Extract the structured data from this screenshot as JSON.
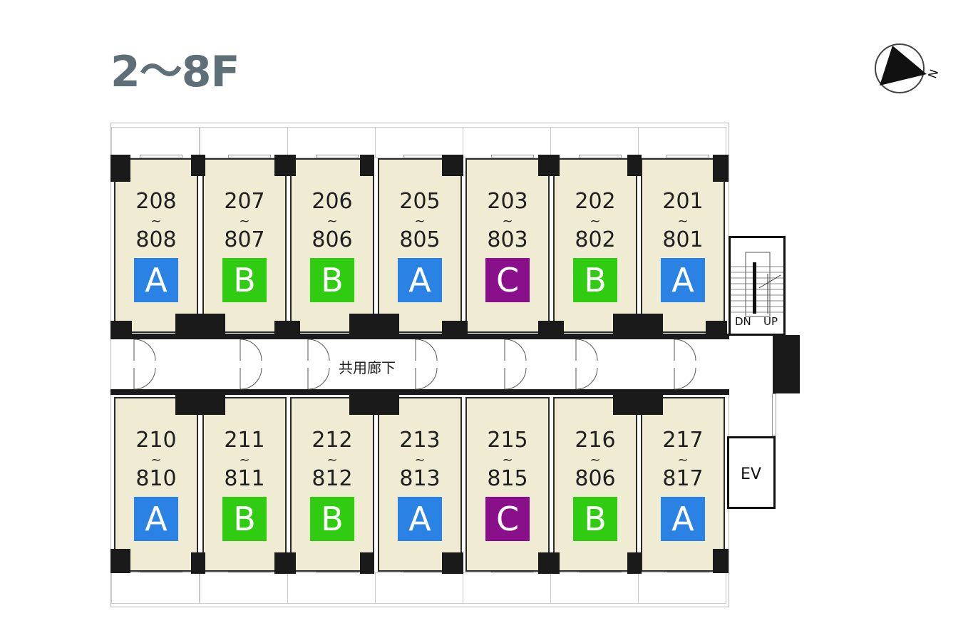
{
  "floor_title": "2～8F",
  "compass": {
    "label": "N",
    "icon": "north-arrow-icon"
  },
  "corridor_label": "共用廊下",
  "stairs": {
    "down": "DN",
    "up": "UP"
  },
  "elevator": "EV",
  "tilde": "~",
  "type_colors": {
    "A": "#2a82e4",
    "B": "#2fcc12",
    "C": "#8a0f8a"
  },
  "north_units": [
    {
      "top": "208",
      "bottom": "808",
      "type": "A"
    },
    {
      "top": "207",
      "bottom": "807",
      "type": "B"
    },
    {
      "top": "206",
      "bottom": "806",
      "type": "B"
    },
    {
      "top": "205",
      "bottom": "805",
      "type": "A"
    },
    {
      "top": "203",
      "bottom": "803",
      "type": "C"
    },
    {
      "top": "202",
      "bottom": "802",
      "type": "B"
    },
    {
      "top": "201",
      "bottom": "801",
      "type": "A"
    }
  ],
  "south_units": [
    {
      "top": "210",
      "bottom": "810",
      "type": "A"
    },
    {
      "top": "211",
      "bottom": "811",
      "type": "B"
    },
    {
      "top": "212",
      "bottom": "812",
      "type": "B"
    },
    {
      "top": "213",
      "bottom": "813",
      "type": "A"
    },
    {
      "top": "215",
      "bottom": "815",
      "type": "C"
    },
    {
      "top": "216",
      "bottom": "806",
      "type": "B"
    },
    {
      "top": "217",
      "bottom": "817",
      "type": "A"
    }
  ]
}
